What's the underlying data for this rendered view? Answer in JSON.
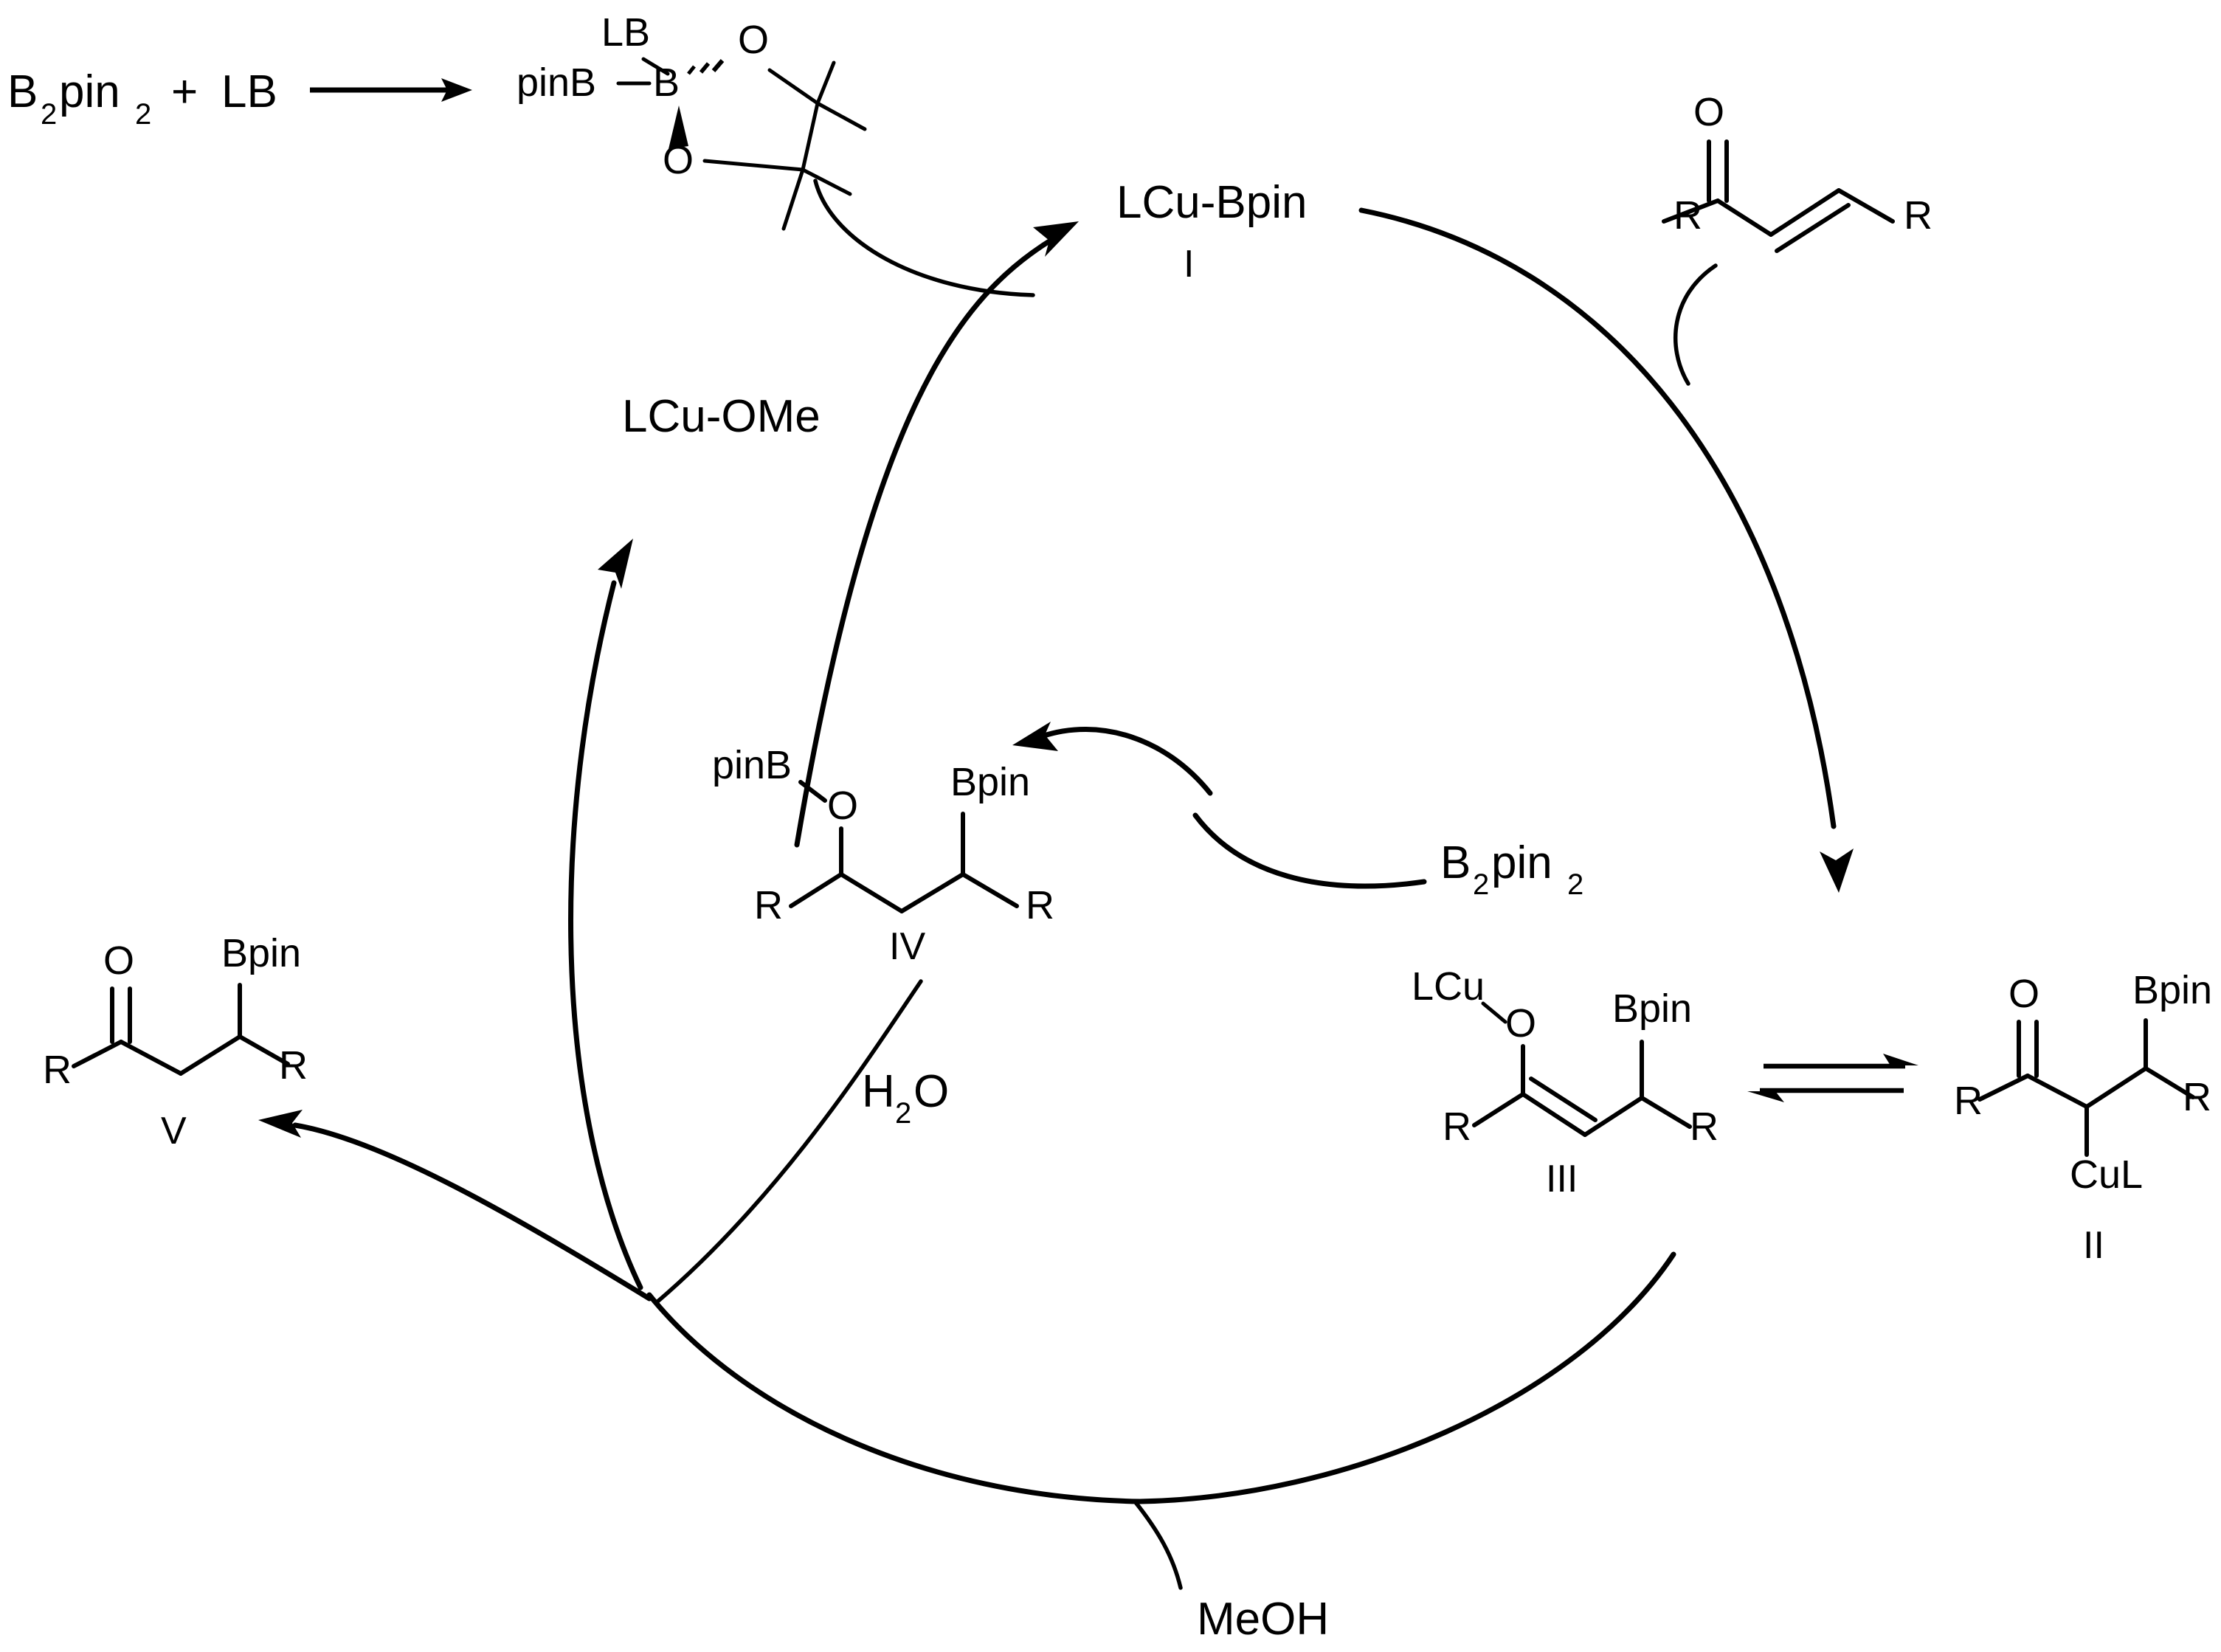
{
  "diagram": {
    "title": "Copper-catalysed conjugate borylation catalytic cycle",
    "reagent_equation": {
      "reactant_a": "B",
      "reactant_a_sub": "2",
      "reactant_a_tail": "pin",
      "reactant_a_sub2": "2",
      "plus": "+",
      "reactant_b": "LB",
      "arrow": "reaction-arrow"
    },
    "adduct": {
      "label_lb": "LB",
      "label_pinb": "pinB",
      "label_b": "B",
      "label_o_top": "O",
      "label_o_bottom": "O"
    },
    "species": {
      "lcu_ome": "LCu-OMe",
      "lcu_bpin": "LCu-Bpin",
      "lcu_bpin_numeral": "I",
      "b2pin2": {
        "main1": "B",
        "sub1": "2",
        "main2": "pin",
        "sub2": "2"
      },
      "water": {
        "main1": "H",
        "sub1": "2",
        "main2": "O"
      },
      "methanol": "MeOH"
    },
    "enone": {
      "oxygen": "O",
      "r_left": "R",
      "r_right": "R"
    },
    "intermediate_ii": {
      "numeral": "II",
      "oxygen": "O",
      "r_left": "R",
      "r_right": "R",
      "bpin": "Bpin",
      "cul": "CuL"
    },
    "intermediate_iii": {
      "numeral": "III",
      "lcu": "LCu",
      "oxygen": "O",
      "r_left": "R",
      "r_right": "R",
      "bpin": "Bpin"
    },
    "intermediate_iv": {
      "numeral": "IV",
      "pinb": "pinB",
      "oxygen": "O",
      "r_left": "R",
      "r_right": "R",
      "bpin": "Bpin"
    },
    "product_v": {
      "numeral": "V",
      "oxygen": "O",
      "r_left": "R",
      "r_right": "R",
      "bpin": "Bpin"
    },
    "colors": {
      "ink": "#000000",
      "background": "#ffffff"
    }
  }
}
